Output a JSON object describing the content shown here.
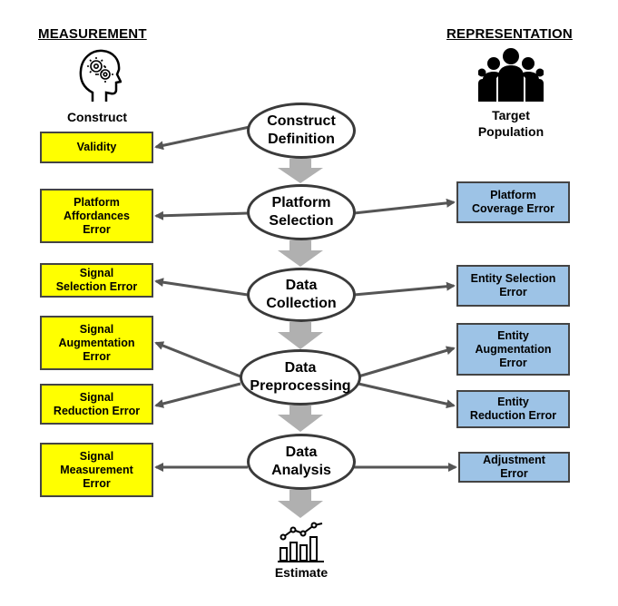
{
  "headings": {
    "left": "MEASUREMENT",
    "right": "REPRESENTATION"
  },
  "icons": {
    "construct": "head-gears-icon",
    "population": "group-people-icon",
    "estimate": "chart-trend-icon"
  },
  "captions": {
    "construct": "Construct",
    "population": "Target\nPopulation",
    "estimate": "Estimate"
  },
  "stages": [
    {
      "id": "construct-definition",
      "label": "Construct\nDefinition"
    },
    {
      "id": "platform-selection",
      "label": "Platform\nSelection"
    },
    {
      "id": "data-collection",
      "label": "Data\nCollection"
    },
    {
      "id": "data-preprocessing",
      "label": "Data\nPreprocessing"
    },
    {
      "id": "data-analysis",
      "label": "Data\nAnalysis"
    }
  ],
  "measurement_errors": [
    {
      "label": "Validity"
    },
    {
      "label": "Platform\nAffordances\nError"
    },
    {
      "label": "Signal\nSelection Error"
    },
    {
      "label": "Signal\nAugmentation\nError"
    },
    {
      "label": "Signal\nReduction Error"
    },
    {
      "label": "Signal\nMeasurement\nError"
    }
  ],
  "representation_errors": [
    {
      "label": "Platform\nCoverage Error"
    },
    {
      "label": "Entity Selection\nError"
    },
    {
      "label": "Entity\nAugmentation\nError"
    },
    {
      "label": "Entity\nReduction Error"
    },
    {
      "label": "Adjustment\nError"
    }
  ],
  "colors": {
    "measurement_box": "#ffff00",
    "representation_box": "#9dc3e6",
    "arrow": "#555555",
    "flow_arrow": "#b0b0b0"
  }
}
